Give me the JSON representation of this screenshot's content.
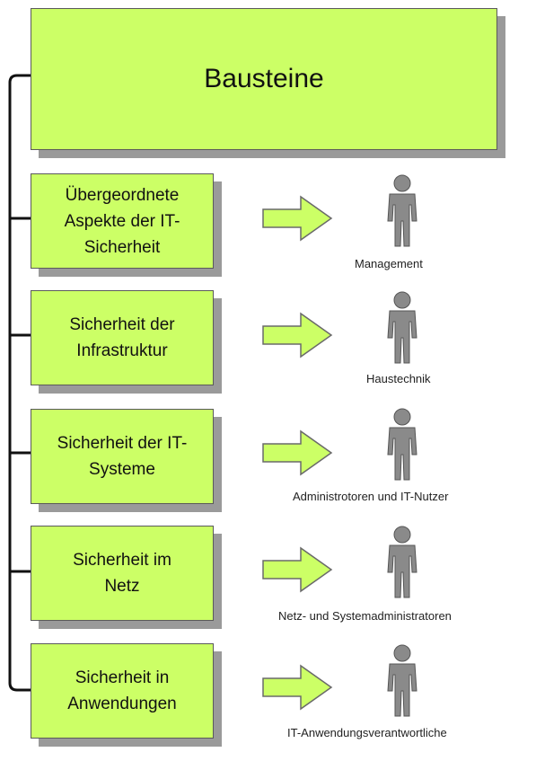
{
  "title": "Bausteine",
  "modules": [
    {
      "label": "Übergeordnete\nAspekte der IT-\nSicherheit",
      "role": "Management"
    },
    {
      "label": "Sicherheit der\nInfrastruktur",
      "role": "Haustechnik"
    },
    {
      "label": "Sicherheit der IT-\nSysteme",
      "role": "Administrotoren und IT-Nutzer"
    },
    {
      "label": "Sicherheit im\nNetz",
      "role": "Netz- und Systemadministratoren"
    },
    {
      "label": "Sicherheit in\nAnwendungen",
      "role": "IT-Anwendungsverantwortliche"
    }
  ],
  "colors": {
    "box_fill": "#ccff66",
    "arrow_fill": "#ccff66",
    "shadow": "#9a9a9a",
    "person_fill": "#888888"
  }
}
